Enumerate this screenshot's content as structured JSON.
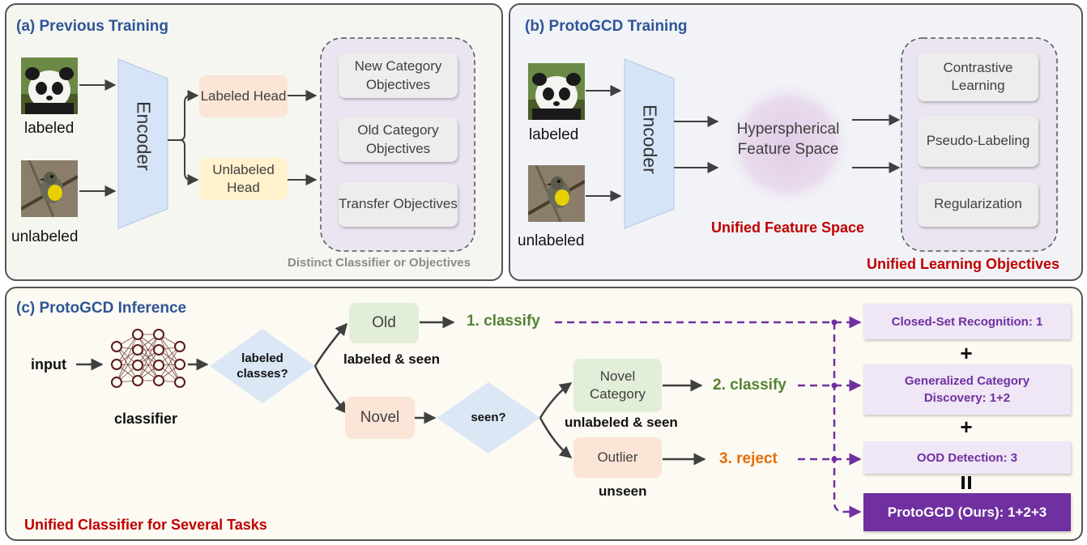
{
  "panel_a": {
    "title": "(a) Previous Training",
    "encoder": "Encoder",
    "img_label_1": "labeled",
    "img_label_2": "unlabeled",
    "labeled_head": "Labeled Head",
    "unlabeled_head": "Unlabeled Head",
    "objectives": [
      "New Category Objectives",
      "Old Category Objectives",
      "Transfer Objectives"
    ],
    "footer": "Distinct Classifier or Objectives"
  },
  "panel_b": {
    "title": "(b) ProtoGCD Training",
    "encoder": "Encoder",
    "img_label_1": "labeled",
    "img_label_2": "unlabeled",
    "feature_space": "Hyperspherical Feature Space",
    "feature_caption": "Unified Feature Space",
    "objectives": [
      "Contrastive Learning",
      "Pseudo-Labeling",
      "Regularization"
    ],
    "footer": "Unified Learning Objectives"
  },
  "panel_c": {
    "title": "(c) ProtoGCD Inference",
    "input": "input",
    "classifier": "classifier",
    "q1": "labeled classes?",
    "old": "Old",
    "old_caption": "labeled & seen",
    "novel": "Novel",
    "q2": "seen?",
    "novel_category": "Novel Category",
    "novel_caption": "unlabeled & seen",
    "outlier": "Outlier",
    "outlier_caption": "unseen",
    "step1": "1. classify",
    "step2": "2. classify",
    "step3": "3. reject",
    "task1": "Closed-Set Recognition: 1",
    "task2": "Generalized Category Discovery: 1+2",
    "task3": "OOD Detection: 3",
    "task4": "ProtoGCD (Ours): 1+2+3",
    "op_plus": "+",
    "op_eq": "=",
    "footer": "Unified Classifier for Several Tasks"
  },
  "colors": {
    "title_blue": "#2f5597",
    "red": "#c00000",
    "purple": "#7030a0",
    "green": "#548235",
    "orange": "#e46c0a"
  },
  "icons": [
    "panda-image",
    "bird-image",
    "neural-network-icon"
  ]
}
